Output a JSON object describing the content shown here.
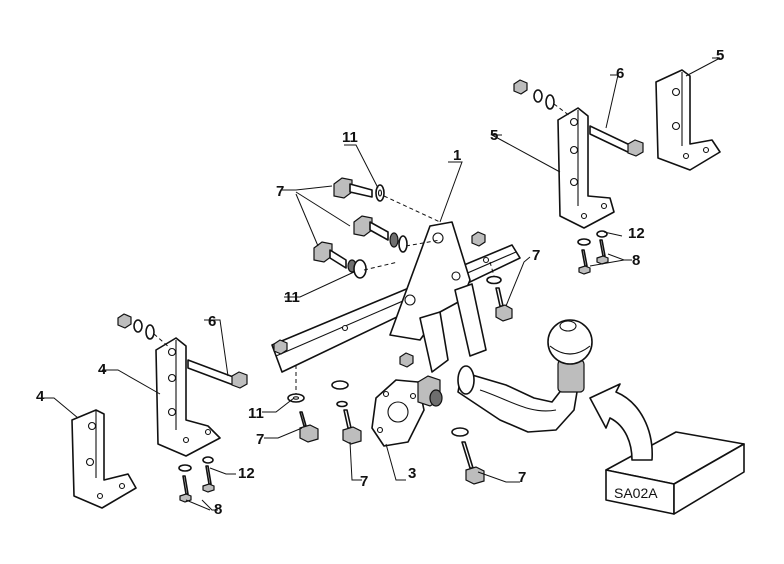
{
  "labels": {
    "n1": "1",
    "n3": "3",
    "n4_left": "4",
    "n4_mid": "4",
    "n5_top": "5",
    "n5_mid": "5",
    "n6_left": "6",
    "n6_right": "6",
    "n7_topleft": "7",
    "n7_right": "7",
    "n7_bottomleft": "7",
    "n7_bottommid": "7",
    "n7_bottomright": "7",
    "n8_left": "8",
    "n8_right": "8",
    "n11_top": "11",
    "n11_mid": "11",
    "n11_bottom": "11",
    "n12_left": "12",
    "n12_right": "12"
  },
  "box_label": "SA02A"
}
